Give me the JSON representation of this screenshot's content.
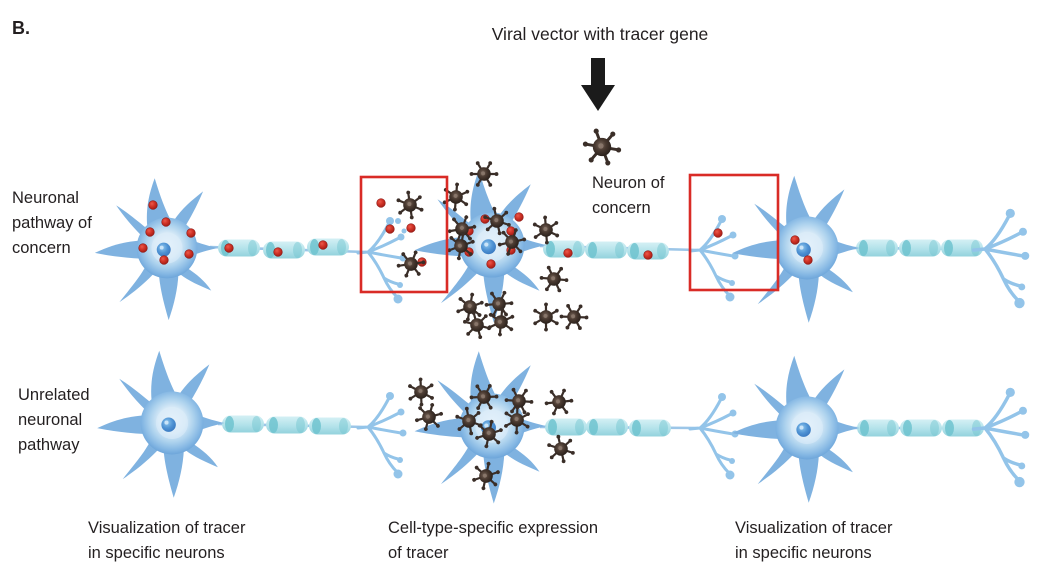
{
  "figure": {
    "panel_label": "B.",
    "title": "Viral vector with tracer gene",
    "neuron_of_concern_label": "Neuron of\nconcern",
    "pathway_of_concern_label": "Neuronal\npathway of\nconcern",
    "unrelated_pathway_label": "Unrelated\nneuronal\npathway",
    "caption_left": "Visualization of tracer\nin specific neurons",
    "caption_center": "Cell-type-specific expression\nof tracer",
    "caption_right": "Visualization of tracer\nin specific neurons"
  },
  "icons": {
    "virus": "virus-particle-icon",
    "tracer": "tracer-dot-icon",
    "arrow": "down-arrow-icon"
  },
  "colors": {
    "neuron_body": "#7fb2e0",
    "neuron_edge": "#5d9bd3",
    "nucleus": "#3f7ec6",
    "myelin": "#aadfe8",
    "myelin_cap": "#6ec3cf",
    "axon": "#9cc6e8",
    "arbor": "#93c4e9",
    "tracer_red": "#cf2b24",
    "virus_dark": "#3a2e28",
    "highlight_box": "#d92b26",
    "arrow_black": "#1b1b1b",
    "text": "#231f20"
  }
}
